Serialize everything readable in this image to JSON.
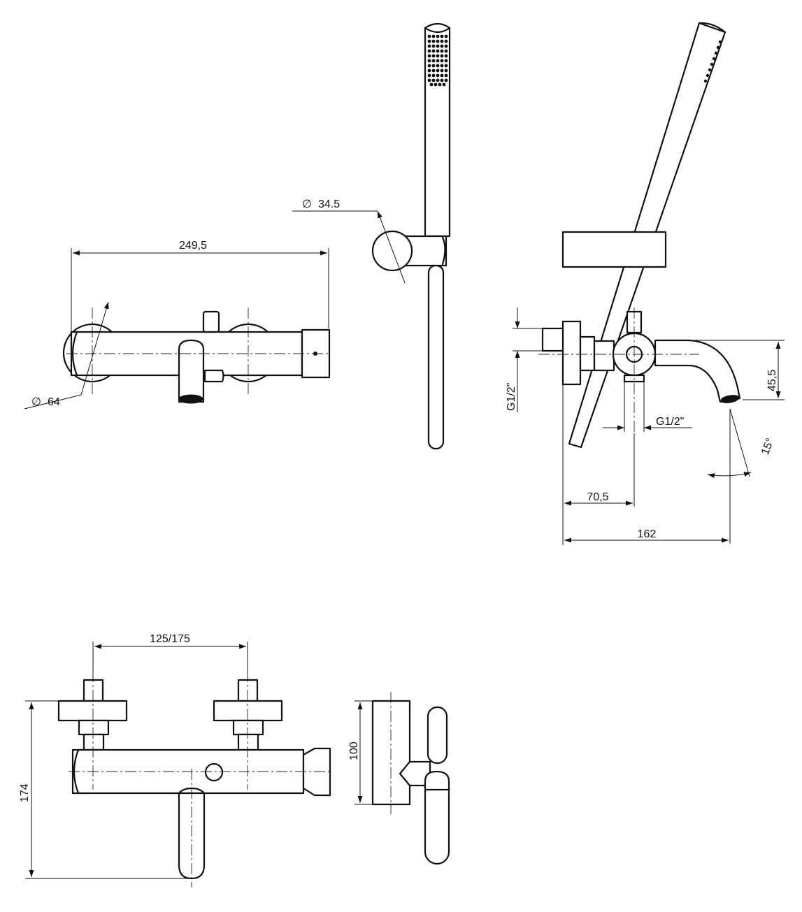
{
  "dimensions": {
    "front_width": "249,5",
    "front_diameter": "64",
    "holder_diameter": "34.5",
    "side_g_left": "G1/2\"",
    "side_g_bottom": "G1/2\"",
    "side_height": "45,5",
    "side_angle": "15°",
    "side_offset": "70,5",
    "side_depth": "162",
    "bottom_centers": "125/175",
    "bottom_height": "174",
    "bottom_side_height": "100"
  },
  "symbols": {
    "diameter": "∅"
  }
}
